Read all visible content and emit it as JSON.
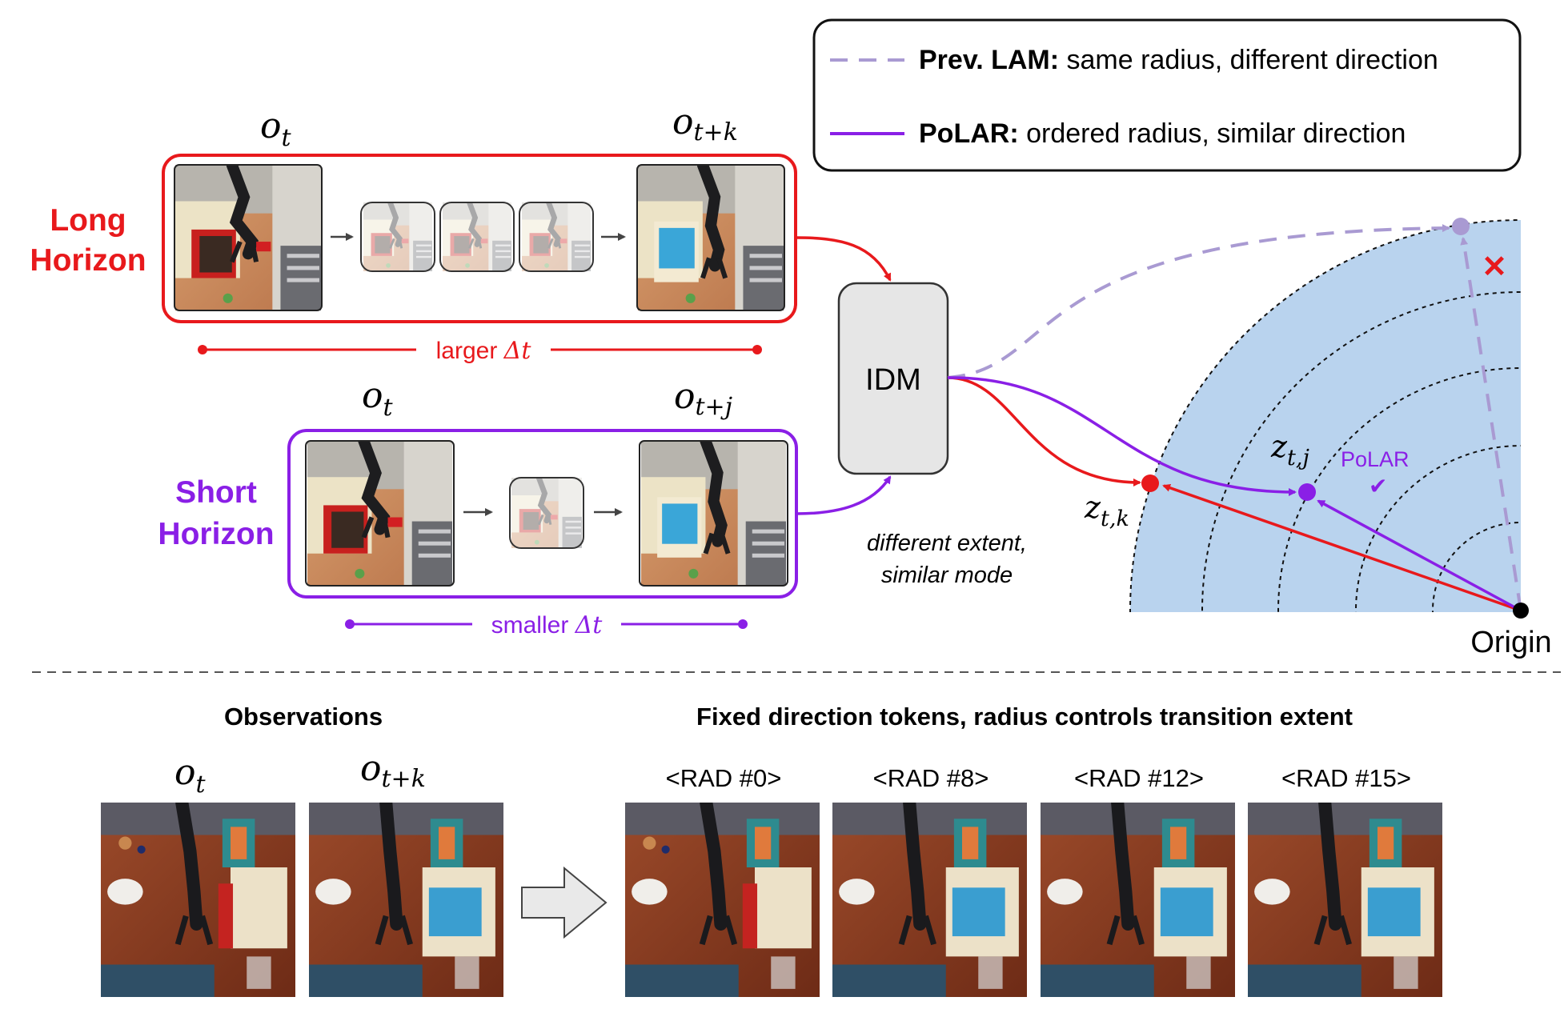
{
  "legend": {
    "prev_lam": {
      "name": "Prev. LAM:",
      "desc": " same radius, different direction",
      "color": "#a99ad2"
    },
    "polar": {
      "name": "PoLAR:",
      "desc": " ordered radius, similar direction",
      "color": "#8a1fe6"
    }
  },
  "long_horizon": {
    "label_line1": "Long",
    "label_line2": "Horizon",
    "obs_start": "o",
    "obs_start_sub": "t",
    "obs_end": "o",
    "obs_end_sub": "t+k",
    "delta_label": "larger ",
    "delta_symbol": "Δt",
    "color": "#e8191c"
  },
  "short_horizon": {
    "label_line1": "Short",
    "label_line2": "Horizon",
    "obs_start": "o",
    "obs_start_sub": "t",
    "obs_end": "o",
    "obs_end_sub": "t+j",
    "delta_label": "smaller ",
    "delta_symbol": "Δt",
    "color": "#8a1fe6"
  },
  "idm": {
    "label": "IDM"
  },
  "idm_caption": {
    "line1": "different extent,",
    "line2": "similar mode"
  },
  "latent_space": {
    "point_k": "z",
    "point_k_sub": "t,k",
    "point_j": "z",
    "point_j_sub": "t,j",
    "polar_tag": "PoLAR",
    "check": "✔",
    "cross": "✕",
    "origin": "Origin",
    "fill_color": "#b9d3ee"
  },
  "bottom": {
    "observations_title": "Observations",
    "obs_left": "o",
    "obs_left_sub": "t",
    "obs_right": "o",
    "obs_right_sub": "t+k",
    "tokens_title": "Fixed direction tokens, radius controls transition extent",
    "tokens": [
      "<RAD #0>",
      "<RAD #8>",
      "<RAD #12>",
      "<RAD #15>"
    ]
  }
}
